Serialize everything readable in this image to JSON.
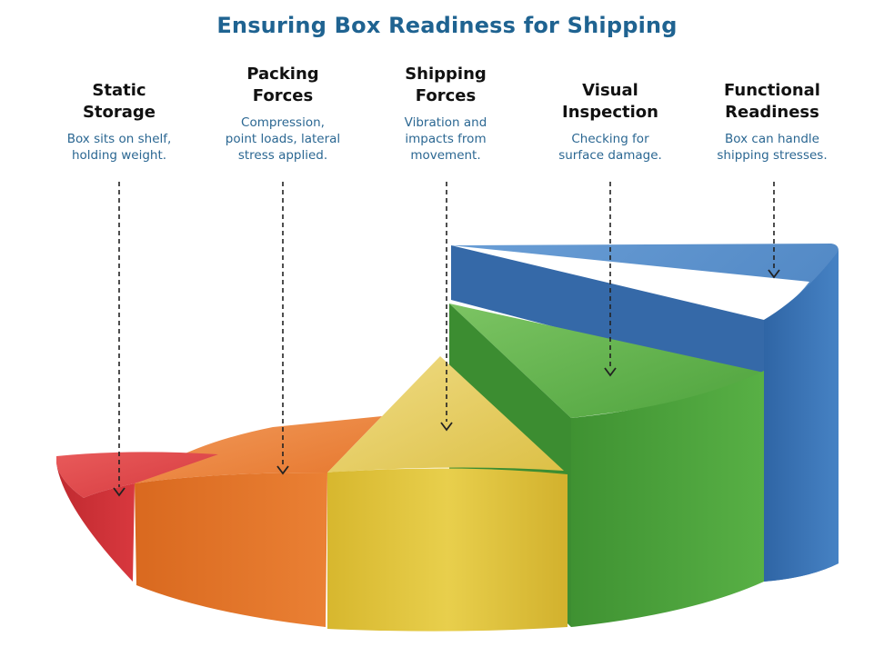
{
  "title": "Ensuring Box Readiness for Shipping",
  "stages": [
    {
      "heading_line1": "Static",
      "heading_line2": "Storage",
      "desc_line1": "Box sits on shelf,",
      "desc_line2": "holding weight.",
      "desc_line3": "",
      "color": "#d8333a"
    },
    {
      "heading_line1": "Packing",
      "heading_line2": "Forces",
      "desc_line1": "Compression,",
      "desc_line2": "point loads, lateral",
      "desc_line3": "stress applied.",
      "color": "#e6762c"
    },
    {
      "heading_line1": "Shipping",
      "heading_line2": "Forces",
      "desc_line1": "Vibration and",
      "desc_line2": "impacts from",
      "desc_line3": "movement.",
      "color": "#ddc13f"
    },
    {
      "heading_line1": "Visual",
      "heading_line2": "Inspection",
      "desc_line1": "Checking for",
      "desc_line2": "surface damage.",
      "desc_line3": "",
      "color": "#4ea33d"
    },
    {
      "heading_line1": "Functional",
      "heading_line2": "Readiness",
      "desc_line1": "Box can handle",
      "desc_line2": "shipping stresses.",
      "desc_line3": "",
      "color": "#3f78b8"
    }
  ]
}
